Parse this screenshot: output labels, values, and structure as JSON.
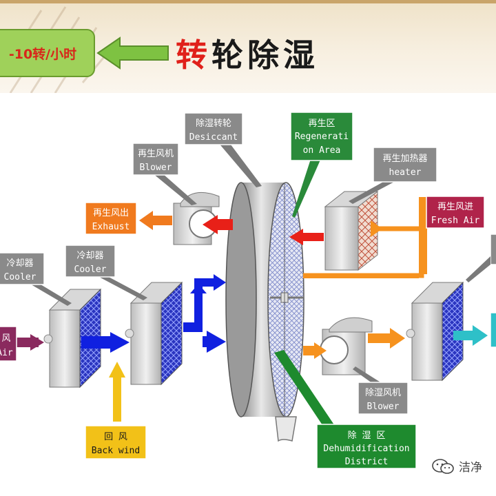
{
  "header": {
    "speed_badge": "-10转/小时",
    "title_first_char": "转",
    "title_rest": "轮除湿"
  },
  "labels": {
    "desiccant": {
      "cn": "除湿转轮",
      "en": "Desiccant"
    },
    "regen_blower": {
      "cn": "再生风机",
      "en": "Blower"
    },
    "regen_area": {
      "cn": "再生区",
      "en1": "Regenerati",
      "en2": "on Area"
    },
    "regen_heater": {
      "cn": "再生加热器",
      "en": "heater"
    },
    "exhaust": {
      "cn": "再生风出",
      "en": "Exhaust"
    },
    "fresh_air": {
      "cn": "再生风进",
      "en": "Fresh Air"
    },
    "cooler_left": {
      "cn": "冷却器",
      "en": "Cooler"
    },
    "cooler_mid": {
      "cn": "冷却器",
      "en": "Cooler"
    },
    "inlet_air": {
      "cn": "风",
      "en": "Air"
    },
    "dehum_blower": {
      "cn": "除湿风机",
      "en": "Blower"
    },
    "back_wind": {
      "cn": "回   风",
      "en": "Back wind"
    },
    "dehum_district": {
      "cn": "除   湿   区",
      "en1": "Dehumidification",
      "en2": "District"
    }
  },
  "watermark": {
    "text": "洁净"
  },
  "colors": {
    "label_gray": "#8a8a8a",
    "exhaust_orange": "#f07a1e",
    "fresh_red": "#b0234a",
    "inlet_purple": "#8a2a5e",
    "back_wind_yellow": "#f2c118",
    "district_green": "#1e8a2e",
    "regen_area_green": "#2a8a3a",
    "flow_blue": "#1020e0",
    "flow_orange": "#f6921e",
    "flow_red": "#e82018",
    "flow_cyan": "#2ec0c8",
    "badge_green": "#9fd15a",
    "title_red": "#e0201a"
  },
  "icons": {
    "badge_arrow": "left-arrow-icon",
    "watermark": "wechat-icon"
  }
}
